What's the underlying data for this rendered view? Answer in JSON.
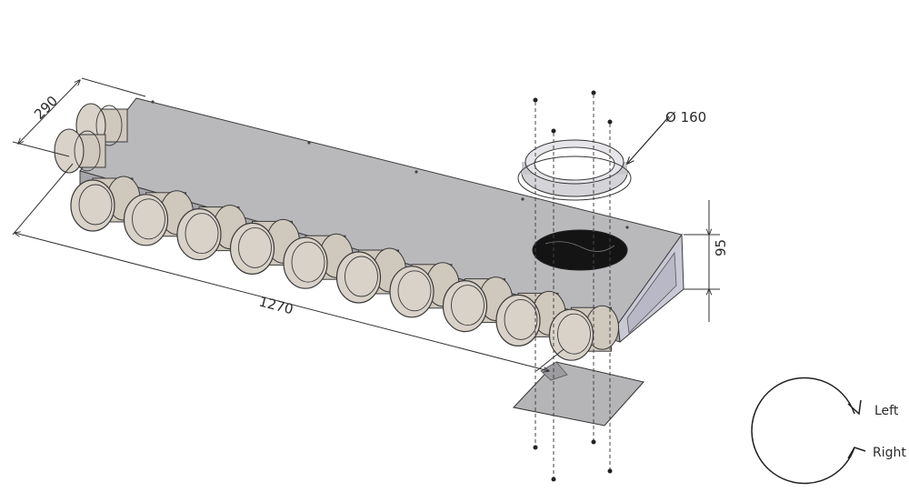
{
  "dimensions": {
    "depth": "290",
    "length": "1270",
    "height": "95",
    "diameter": "Ø 160"
  },
  "rotation_legend": {
    "left": "Left",
    "right": "Right"
  },
  "outlets": {
    "front_count": 10,
    "end_count": 2
  },
  "colors": {
    "box_top": "#b9b9bc",
    "box_front": "#a7a7ab",
    "box_end": "#c9c9d6",
    "outlet_body": "#d8d2c9",
    "outlet_ring": "#cfc8bc",
    "line": "#3a3a3a"
  }
}
